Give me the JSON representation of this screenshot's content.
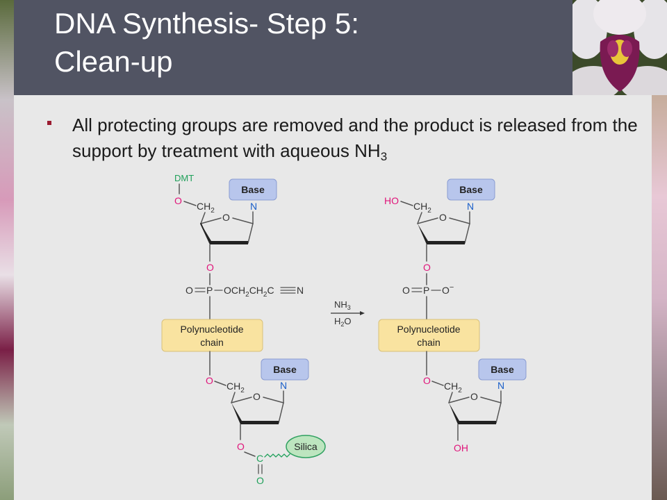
{
  "slide": {
    "title_line1": "DNA Synthesis- Step 5:",
    "title_line2": "Clean-up",
    "bullet_text": "All protecting groups are removed and the product is released from the support by treatment with aqueous NH",
    "bullet_subscript": "3"
  },
  "diagram": {
    "reactant": {
      "protecting_group": "DMT",
      "top_oxygen": "O",
      "top_ch2": "CH",
      "top_ch2_sub": "2",
      "top_base": "Base",
      "top_n": "N",
      "ring_o_top": "O",
      "phosphate_o_upper": "O",
      "phosphate_o_double": "O",
      "phosphate_p": "P",
      "phosphate_ester": "OCH",
      "ester_sub1": "2",
      "ester_ch": "CH",
      "ester_sub2": "2",
      "ester_c": "C",
      "ester_n": "N",
      "chain_line1": "Polynucleotide",
      "chain_line2": "chain",
      "bottom_oxygen": "O",
      "bottom_ch2": "CH",
      "bottom_ch2_sub": "2",
      "bottom_base": "Base",
      "bottom_n": "N",
      "ring_o_bottom": "O",
      "linker_o": "O",
      "linker_c": "C",
      "linker_double_o": "O",
      "support": "Silica"
    },
    "reagents": {
      "top": "NH",
      "top_sub": "3",
      "bottom_h": "H",
      "bottom_sub": "2",
      "bottom_o": "O"
    },
    "product": {
      "top_ho": "HO",
      "top_ch2": "CH",
      "top_ch2_sub": "2",
      "top_base": "Base",
      "top_n": "N",
      "ring_o_top": "O",
      "phosphate_o_upper": "O",
      "phosphate_o_double": "O",
      "phosphate_p": "P",
      "phosphate_o_minus": "O",
      "phosphate_charge": "−",
      "chain_line1": "Polynucleotide",
      "chain_line2": "chain",
      "bottom_oxygen": "O",
      "bottom_ch2": "CH",
      "bottom_ch2_sub": "2",
      "bottom_base": "Base",
      "bottom_n": "N",
      "ring_o_bottom": "O",
      "bottom_oh": "OH"
    }
  },
  "colors": {
    "title_bar": "#515463",
    "background": "#e8e8e8",
    "bullet": "#9b1b30",
    "magenta_atom": "#e0147a",
    "blue_atom": "#1a5fc9",
    "green_group": "#1fa05a",
    "base_box": "#b8c6ec",
    "chain_box": "#f9e3a0",
    "silica_box": "#bde5bf"
  }
}
